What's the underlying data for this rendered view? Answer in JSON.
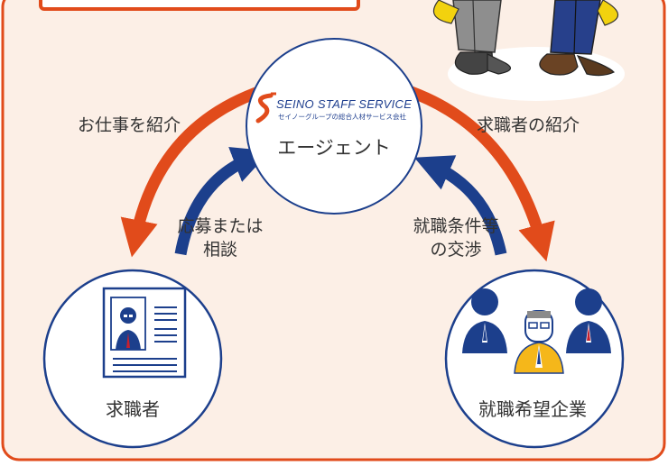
{
  "agent": {
    "brand_name": "SEINO STAFF SERVICE",
    "tagline": "セイノーグループの総合人材サービス会社",
    "label": "エージェント"
  },
  "job_seeker": {
    "label": "求職者"
  },
  "company": {
    "label": "就職希望企業"
  },
  "arrows": {
    "agent_to_seeker": "お仕事を紹介",
    "agent_to_company": "求職者の紹介",
    "seeker_to_agent_line1": "応募または",
    "seeker_to_agent_line2": "相談",
    "company_to_agent_line1": "就職条件等",
    "company_to_agent_line2": "の交渉"
  },
  "colors": {
    "background_panel": "#fcefe6",
    "border": "#e14b1b",
    "arrow_orange": "#e14b1b",
    "arrow_blue": "#1c3f8c",
    "circle_stroke": "#1c3f8c"
  },
  "icons": [
    "logo-s-mark",
    "resume-icon",
    "business-people-icon",
    "mascot-figures"
  ]
}
